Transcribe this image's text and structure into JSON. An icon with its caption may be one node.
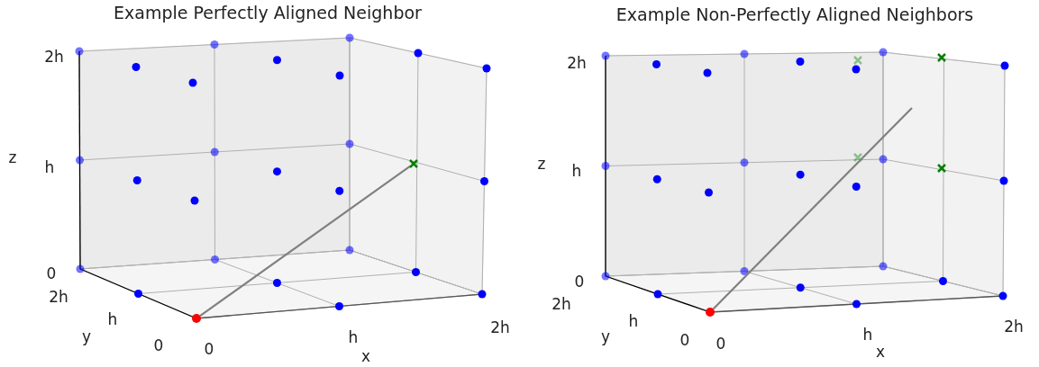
{
  "diagram": {
    "nodes": [
      {
        "text": [],
        "shape": "circle"
      },
      {
        "text": [],
        "shape": "cross"
      },
      {
        "text": [],
        "shape": "circle"
      }
    ],
    "edges": [
      {
        "from": 0,
        "to": 1,
        "arrow": "none"
      },
      {
        "from": 2,
        "to": null,
        "arrow": "none"
      }
    ],
    "labels": [
      "Example Perfectly Aligned Neighbor",
      "2h",
      "z",
      "h",
      "0",
      "2h",
      "h",
      "y",
      "0",
      "0",
      "h",
      "x",
      "2h",
      "Example Non-Perfectly Aligned Neighbors",
      "2h",
      "z",
      "h",
      "0",
      "2h",
      "h",
      "y",
      "0",
      "0",
      "h",
      "x",
      "2h"
    ]
  }
}
